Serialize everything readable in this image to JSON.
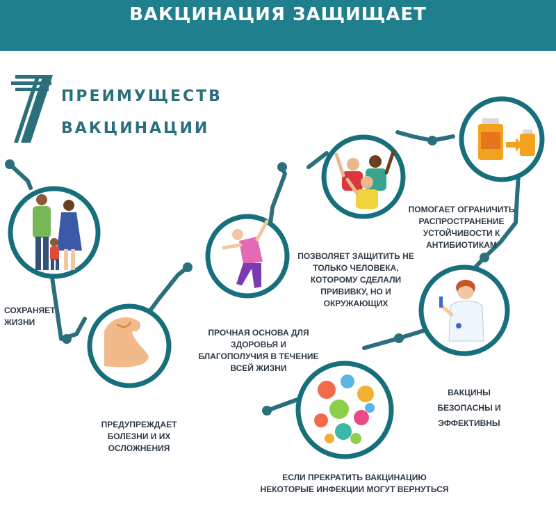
{
  "header": {
    "title": "ВАКЦИНАЦИЯ ЗАЩИЩАЕТ"
  },
  "intro": {
    "number": "7",
    "line1": "ПРЕИМУЩЕСТВ",
    "line2": "ВАКЦИНАЦИИ"
  },
  "colors": {
    "teal": "#1f7f8c",
    "ring": "#176f7c",
    "text": "#2e3a48"
  },
  "benefits": [
    {
      "lines": [
        "СОХРАНЯЕТ",
        "ЖИЗНИ"
      ],
      "icon": "family-icon"
    },
    {
      "lines": [
        "ПРЕДУПРЕЖДАЕТ",
        "БОЛЕЗНИ И ИХ",
        "ОСЛОЖНЕНИЯ"
      ],
      "icon": "strong-arm-icon"
    },
    {
      "lines": [
        "ПРОЧНАЯ ОСНОВА ДЛЯ",
        "ЗДОРОВЬЯ И",
        "БЛАГОПОЛУЧИЯ В ТЕЧЕНИЕ",
        "ВСЕЙ ЖИЗНИ"
      ],
      "icon": "active-person-icon"
    },
    {
      "lines": [
        "ПОЗВОЛЯЕТ ЗАЩИТИТЬ НЕ",
        "ТОЛЬКО ЧЕЛОВЕКА,",
        "КОТОРОМУ СДЕЛАЛИ",
        "ПРИВИВКУ, НО И",
        "ОКРУЖАЮЩИХ"
      ],
      "icon": "cheering-people-icon"
    },
    {
      "lines": [
        "ПОМОГАЕТ ОГРАНИЧИТЬ",
        "РАСПРОСТРАНЕНИЕ",
        "УСТОЙЧИВОСТИ К",
        "АНТИБИОТИКАМ"
      ],
      "icon": "medicine-bottles-icon"
    },
    {
      "lines": [
        "ВАКЦИНЫ",
        "БЕЗОПАСНЫ И",
        "ЭФФЕКТИВНЫ"
      ],
      "icon": "doctor-icon"
    },
    {
      "lines": [
        "ЕСЛИ ПРЕКРАТИТЬ ВАКЦИНАЦИЮ",
        "НЕКОТОРЫЕ ИНФЕКЦИИ МОГУТ ВЕРНУТЬСЯ"
      ],
      "icon": "microbes-icon"
    }
  ]
}
